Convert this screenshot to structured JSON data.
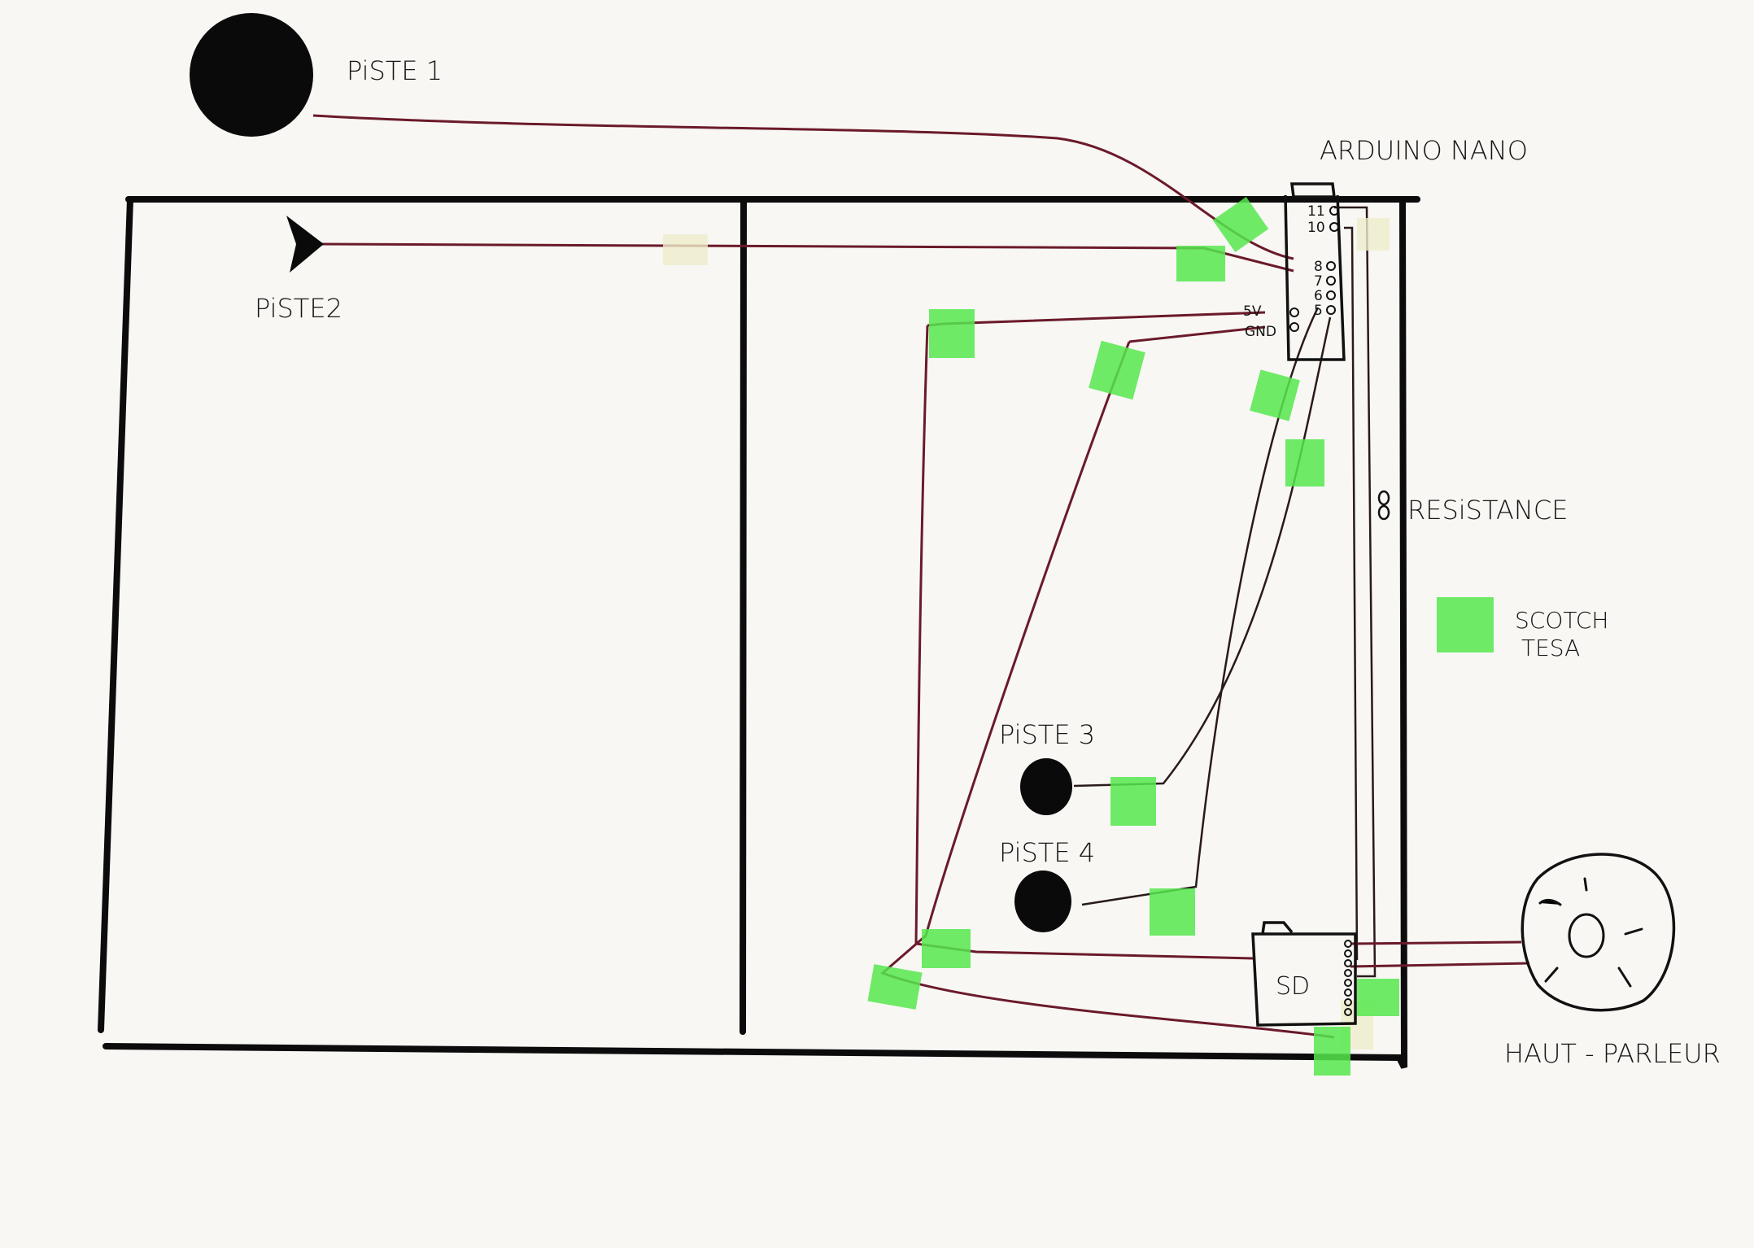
{
  "labels": {
    "piste1": "PiSTE 1",
    "piste2": "PiSTE2",
    "piste3": "PiSTE 3",
    "piste4": "PiSTE 4",
    "arduino": "ARDUINO NANO",
    "resistance": "RESiSTANCE",
    "scotch_line1": "SCOTCH",
    "scotch_line2": "TESA",
    "sd": "SD",
    "speaker": "HAUT - PARLEUR"
  },
  "arduino_pins": {
    "p11": "11",
    "p10": "10",
    "p8": "8",
    "p7": "7",
    "p6": "6",
    "p5": "5",
    "v5": "5V",
    "gnd": "GND"
  },
  "colors": {
    "wire": "#6b1a2a",
    "tape": "#56e84e",
    "ink": "#0c0c0c"
  }
}
